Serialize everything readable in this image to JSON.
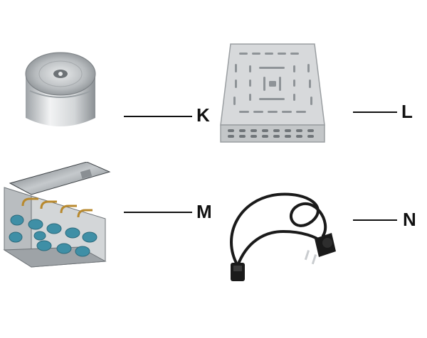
{
  "labels": {
    "k": "K",
    "l": "L",
    "m": "M",
    "n": "N"
  },
  "colors": {
    "line": "#111111",
    "metal": "#c9cccf",
    "metal_dark": "#8e9397",
    "tray": "#d7d9db",
    "teal": "#3f8fa6",
    "cable": "#1a1a1a"
  }
}
